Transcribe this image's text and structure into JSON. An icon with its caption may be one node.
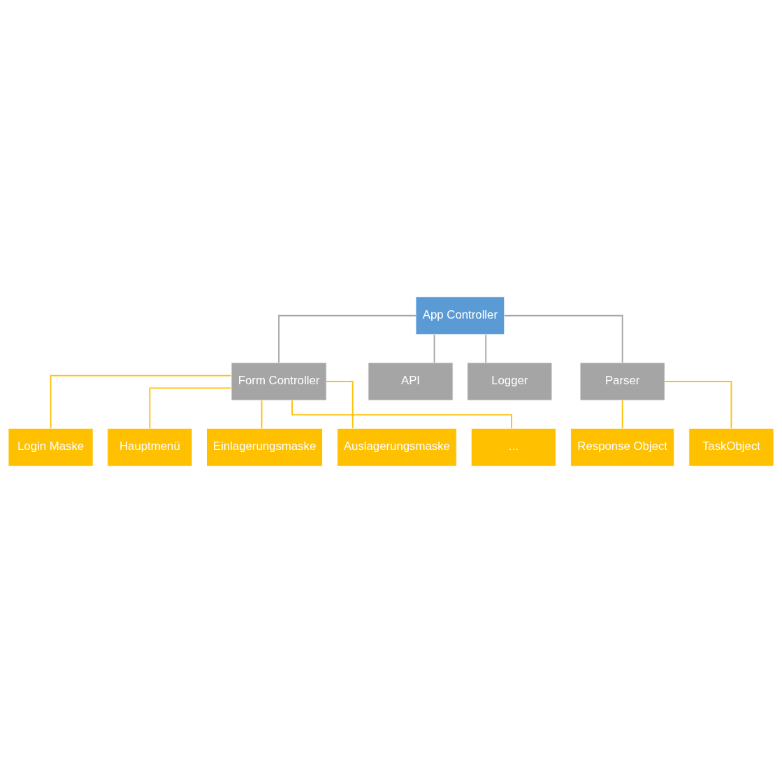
{
  "diagram": {
    "nodes": [
      {
        "text": [
          "App Controller"
        ]
      },
      {
        "text": [
          "Form Controller"
        ]
      },
      {
        "text": [
          "API"
        ]
      },
      {
        "text": [
          "Logger"
        ]
      },
      {
        "text": [
          "Parser"
        ]
      },
      {
        "text": [
          "Login Maske"
        ]
      },
      {
        "text": [
          "Hauptmenü"
        ]
      },
      {
        "text": [
          "Einlagerungsmaske"
        ]
      },
      {
        "text": [
          "Auslagerungsmaske"
        ]
      },
      {
        "text": [
          "..."
        ]
      },
      {
        "text": [
          "Response Object"
        ]
      },
      {
        "text": [
          "TaskObject"
        ]
      }
    ],
    "edges": [
      {
        "from": 0,
        "to": 1,
        "arrow": "none",
        "color": "#a5a5a5"
      },
      {
        "from": 0,
        "to": 2,
        "arrow": "none",
        "color": "#a5a5a5"
      },
      {
        "from": 0,
        "to": 3,
        "arrow": "none",
        "color": "#a5a5a5"
      },
      {
        "from": 0,
        "to": 4,
        "arrow": "none",
        "color": "#a5a5a5"
      },
      {
        "from": 1,
        "to": 5,
        "arrow": "none"
      },
      {
        "from": 1,
        "to": 6,
        "arrow": "none"
      },
      {
        "from": 1,
        "to": 7,
        "arrow": "none"
      },
      {
        "from": 1,
        "to": 8,
        "arrow": "none"
      },
      {
        "from": 1,
        "to": 9,
        "arrow": "none"
      },
      {
        "from": 4,
        "to": 10,
        "arrow": "none"
      },
      {
        "from": 4,
        "to": 11,
        "arrow": "none"
      }
    ]
  }
}
